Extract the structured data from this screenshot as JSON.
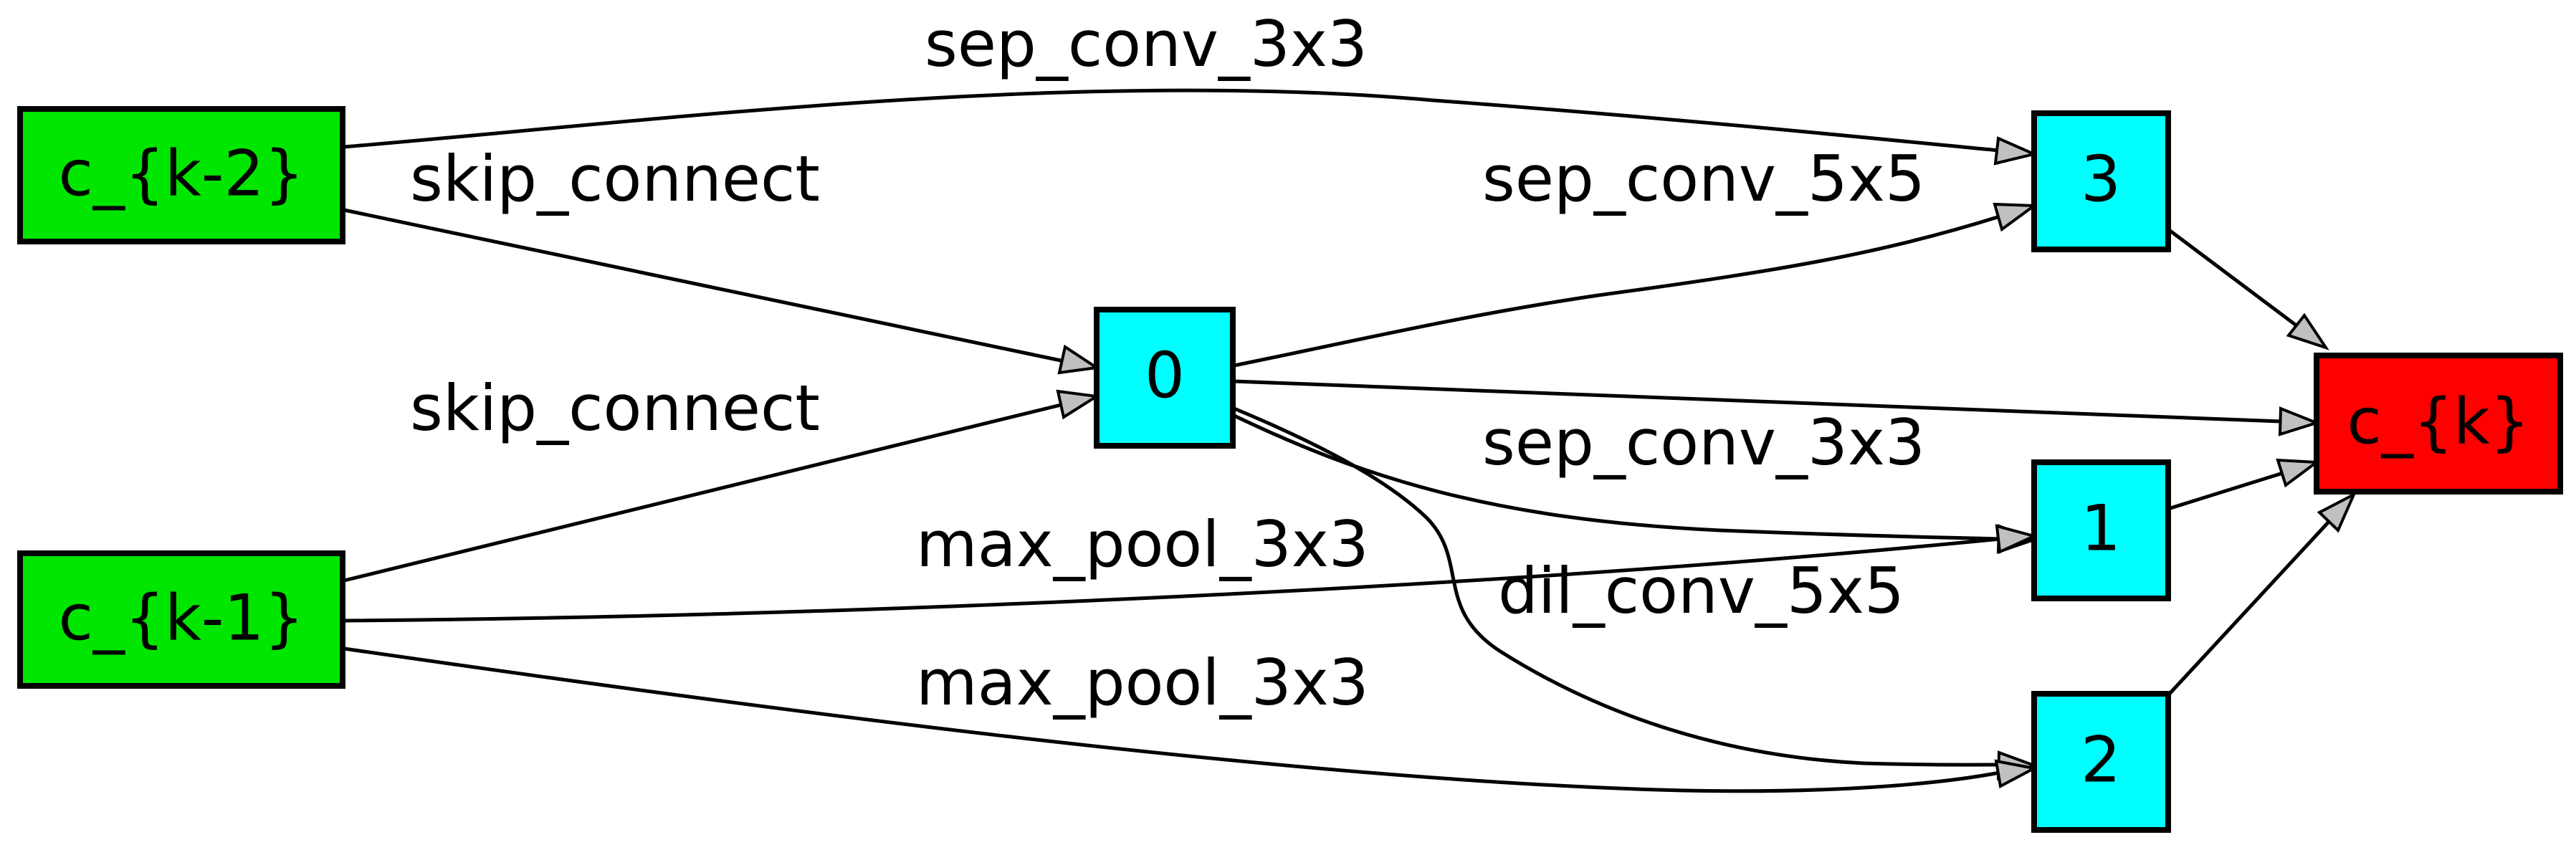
{
  "colors": {
    "input_node": "#00e600",
    "intermediate_node": "#00ffff",
    "output_node": "#ff0000",
    "arrow_fill": "#c0c0c0",
    "stroke": "#000000"
  },
  "nodes": {
    "c_k_2": "c_{k-2}",
    "c_k_1": "c_{k-1}",
    "n0": "0",
    "n1": "1",
    "n2": "2",
    "n3": "3",
    "c_k": "c_{k}"
  },
  "edges": [
    {
      "from": "c_{k-2}",
      "to": "3",
      "label": "sep_conv_3x3"
    },
    {
      "from": "c_{k-2}",
      "to": "0",
      "label": "skip_connect"
    },
    {
      "from": "c_{k-1}",
      "to": "0",
      "label": "skip_connect"
    },
    {
      "from": "0",
      "to": "3",
      "label": "sep_conv_5x5"
    },
    {
      "from": "0",
      "to": "1",
      "label": "sep_conv_3x3"
    },
    {
      "from": "c_{k-1}",
      "to": "1",
      "label": "max_pool_3x3"
    },
    {
      "from": "0",
      "to": "2",
      "label": "dil_conv_5x5"
    },
    {
      "from": "c_{k-1}",
      "to": "2",
      "label": "max_pool_3x3"
    },
    {
      "from": "0",
      "to": "c_{k}",
      "label": ""
    },
    {
      "from": "1",
      "to": "c_{k}",
      "label": ""
    },
    {
      "from": "2",
      "to": "c_{k}",
      "label": ""
    },
    {
      "from": "3",
      "to": "c_{k}",
      "label": ""
    }
  ]
}
